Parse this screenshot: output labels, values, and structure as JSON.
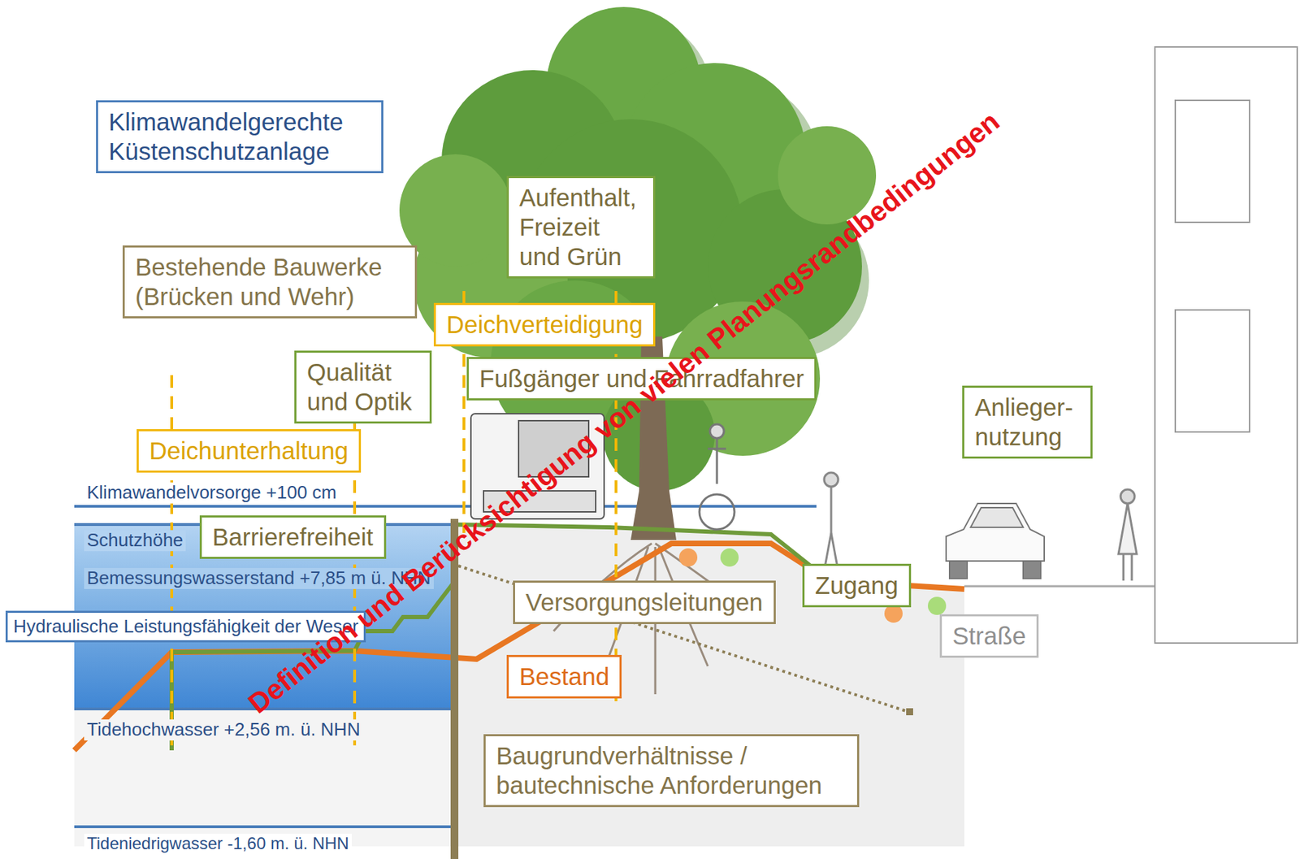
{
  "diagram": {
    "nodes": [
      {
        "text": [
          "Klimawandelgerechte Küstenschutzanlage"
        ]
      },
      {
        "text": [
          "Aufenthalt, Freizeit und Grün"
        ]
      },
      {
        "text": [
          "Bestehende Bauwerke (Brücken und Wehr)"
        ]
      },
      {
        "text": [
          "Deichverteidigung"
        ]
      },
      {
        "text": [
          "Fußgänger und Fahrradfahrer"
        ]
      },
      {
        "text": [
          "Qualität und Optik"
        ]
      },
      {
        "text": [
          "Anlieger- nutzung"
        ]
      },
      {
        "text": [
          "Deichunterhaltung"
        ]
      },
      {
        "text": [
          "Barrierefreiheit"
        ]
      },
      {
        "text": [
          "Zugang"
        ]
      },
      {
        "text": [
          "Versorgungsleitungen"
        ]
      },
      {
        "text": [
          "Hydraulische Leistungsfähigkeit der Weser"
        ]
      },
      {
        "text": [
          "Straße"
        ]
      },
      {
        "text": [
          "Bestand"
        ]
      },
      {
        "text": [
          "Baugrundverhältnisse / bautechnische Anforderungen"
        ]
      }
    ],
    "labels": [
      "Definition und Berücksichtigung von vielen Planungsrandbedingungen",
      "Klimawandelvorsorge +100 cm",
      "Schutzhöhe",
      "Bemessungswasserstand +7,85 m ü. NHN",
      "Tidehochwasser +2,56 m. ü. NHN",
      "Tideniedrigwasser -1,60 m. ü. NHN"
    ]
  }
}
